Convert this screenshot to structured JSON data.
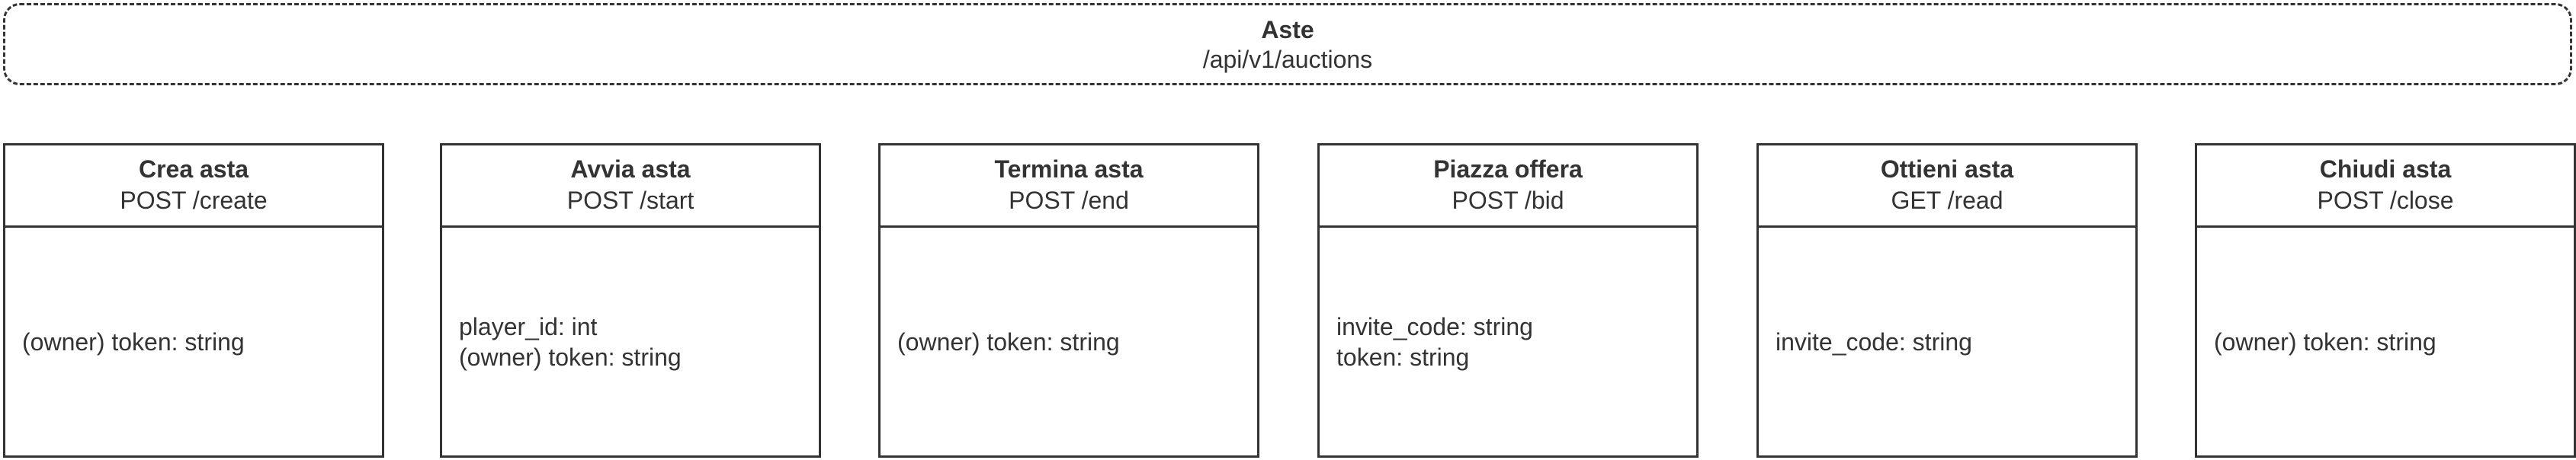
{
  "group": {
    "title": "Aste",
    "path": "/api/v1/auctions"
  },
  "endpoints": [
    {
      "title": "Crea asta",
      "route": "POST /create",
      "params": [
        "(owner) token: string"
      ]
    },
    {
      "title": "Avvia asta",
      "route": "POST /start",
      "params": [
        "player_id: int",
        "(owner) token: string"
      ]
    },
    {
      "title": "Termina asta",
      "route": "POST /end",
      "params": [
        "(owner) token: string"
      ]
    },
    {
      "title": "Piazza offera",
      "route": "POST /bid",
      "params": [
        "invite_code: string",
        "token: string"
      ]
    },
    {
      "title": "Ottieni asta",
      "route": "GET /read",
      "params": [
        "invite_code: string"
      ]
    },
    {
      "title": "Chiudi asta",
      "route": "POST /close",
      "params": [
        "(owner) token: string"
      ]
    }
  ]
}
